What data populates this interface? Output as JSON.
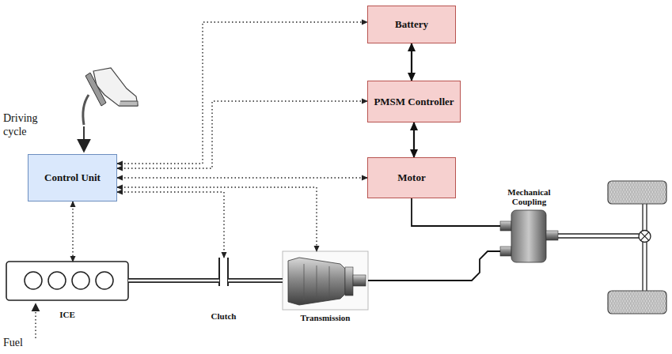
{
  "diagram": {
    "nodes": [
      {
        "text": [
          "Battery"
        ]
      },
      {
        "text": [
          "PMSM Controller"
        ]
      },
      {
        "text": [
          "Control Unit"
        ]
      },
      {
        "text": [
          "Motor"
        ]
      },
      {
        "text": [
          "Mechanical Coupling"
        ]
      },
      {
        "text": [
          "ICE"
        ]
      },
      {
        "text": [
          "Clutch"
        ]
      },
      {
        "text": [
          "Transmission"
        ]
      }
    ],
    "edges": [
      {
        "from": 2,
        "to": 0,
        "arrow": "both"
      },
      {
        "from": 2,
        "to": 1,
        "arrow": "both"
      },
      {
        "from": 2,
        "to": 3,
        "arrow": "both"
      },
      {
        "from": 2,
        "to": 5,
        "arrow": "both"
      },
      {
        "from": 2,
        "to": 6,
        "arrow": "both"
      },
      {
        "from": 2,
        "to": 7,
        "arrow": "both"
      },
      {
        "from": 0,
        "to": 1,
        "arrow": "both"
      },
      {
        "from": 1,
        "to": 3,
        "arrow": "both"
      },
      {
        "from": 3,
        "to": 4,
        "arrow": "none"
      },
      {
        "from": 5,
        "to": 6,
        "arrow": "none"
      },
      {
        "from": 6,
        "to": 7,
        "arrow": "none"
      },
      {
        "from": 7,
        "to": 4,
        "arrow": "none"
      }
    ],
    "labels": [
      "Driving cycle",
      "Fuel"
    ]
  }
}
